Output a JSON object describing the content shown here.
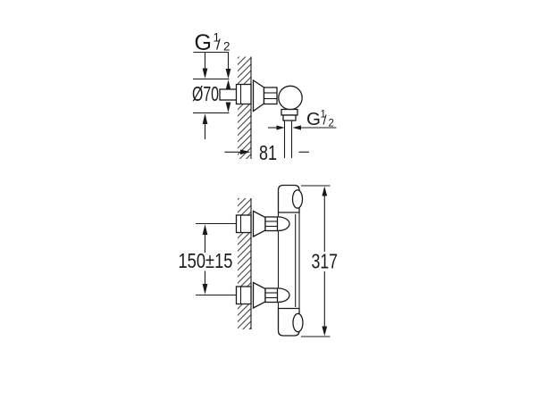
{
  "colors": {
    "background": "#ffffff",
    "line": "#1a1a1a"
  },
  "labels": {
    "thread": {
      "prefix": "G",
      "numerator": "1",
      "slash": "/",
      "denominator": "2"
    },
    "escutcheon_diameter": "Ø70",
    "projection": "81",
    "connection_spacing": "150±15",
    "body_length": "317"
  }
}
